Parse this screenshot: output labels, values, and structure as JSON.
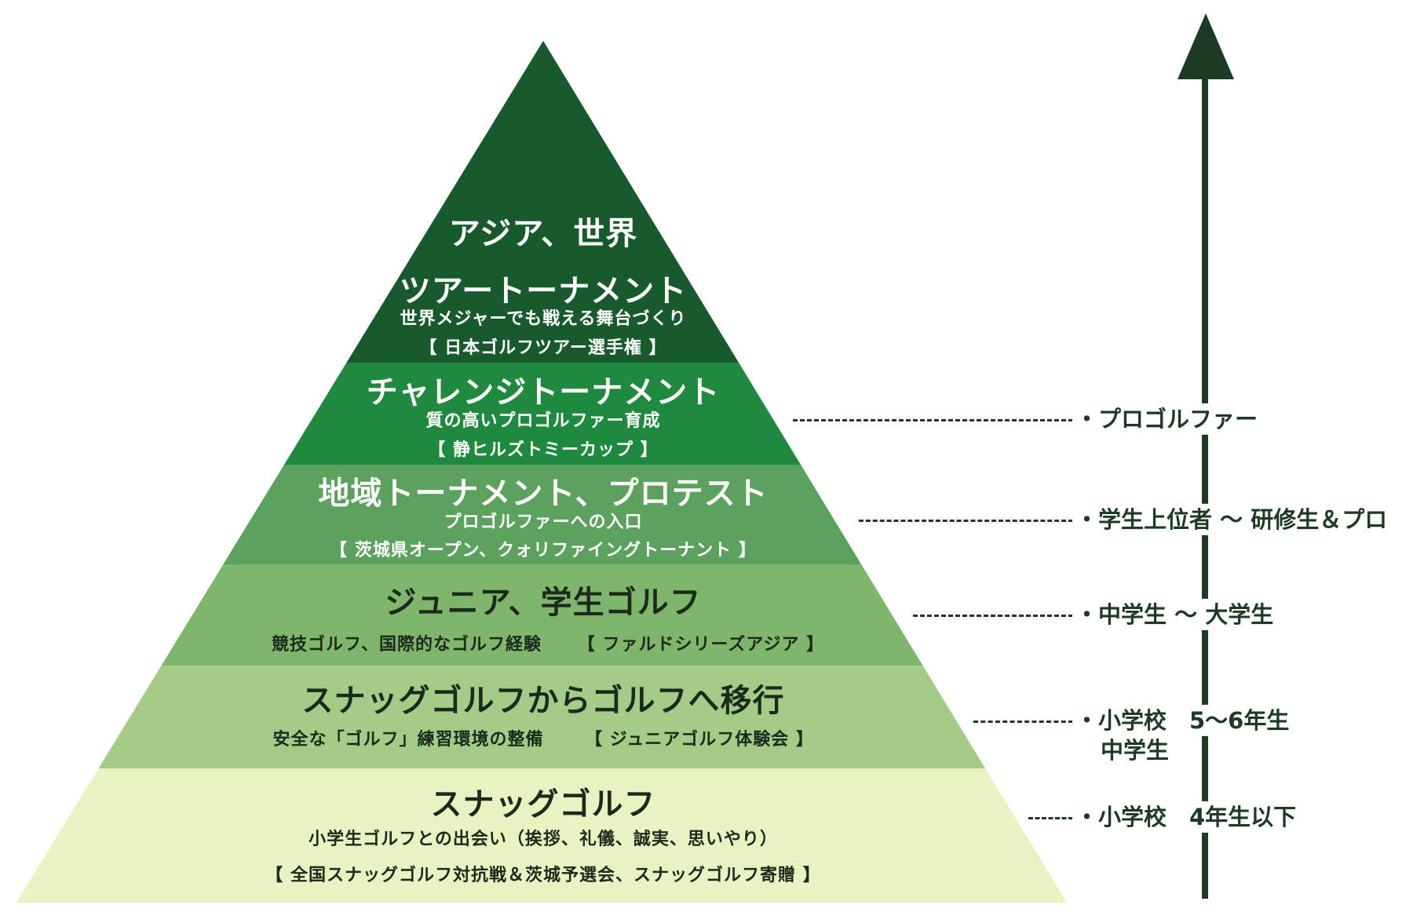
{
  "colors": {
    "band1": "#185a2e",
    "band2": "#1f8a3f",
    "band3": "#5ca25e",
    "band4": "#7eb66e",
    "band5": "#a4cc88",
    "band6": "#e9f3c2",
    "arrow": "#1d3b24"
  },
  "tiers": [
    {
      "title": "アジア、世界"
    },
    {
      "title": "ツアートーナメント",
      "sub1": "世界メジャーでも戦える舞台づくり",
      "sub2": "【 日本ゴルフツアー選手権 】"
    },
    {
      "title": "チャレンジトーナメント",
      "sub1": "質の高いプロゴルファー育成",
      "sub2": "【 静ヒルズトミーカップ 】"
    },
    {
      "title": "地域トーナメント、プロテスト",
      "sub1": "プロゴルファーへの入口",
      "sub2": "【 茨城県オープン、クォリファイングトーナント 】"
    },
    {
      "title": "ジュニア、学生ゴルフ",
      "sub1": "競技ゴルフ、国際的なゴルフ経験",
      "sub2": "【 ファルドシリーズアジア 】"
    },
    {
      "title": "スナッグゴルフからゴルフへ移行",
      "sub1": "安全な「ゴルフ」練習環境の整備",
      "sub2": "【 ジュニアゴルフ体験会 】"
    },
    {
      "title": "スナッグゴルフ",
      "sub1": "小学生ゴルフとの出会い（挨拶、礼儀、誠実、思いやり）",
      "sub2": "【 全国スナッグゴルフ対抗戦＆茨城予選会、スナッグゴルフ寄贈 】"
    }
  ],
  "levels": [
    {
      "text": "・プロゴルファー"
    },
    {
      "text": "・学生上位者 ～ 研修生＆プロ"
    },
    {
      "text": "・中学生 ～ 大学生"
    },
    {
      "text": "・小学校　5～6年生",
      "text2": "中学生"
    },
    {
      "text": "・小学校　4年生以下"
    }
  ]
}
